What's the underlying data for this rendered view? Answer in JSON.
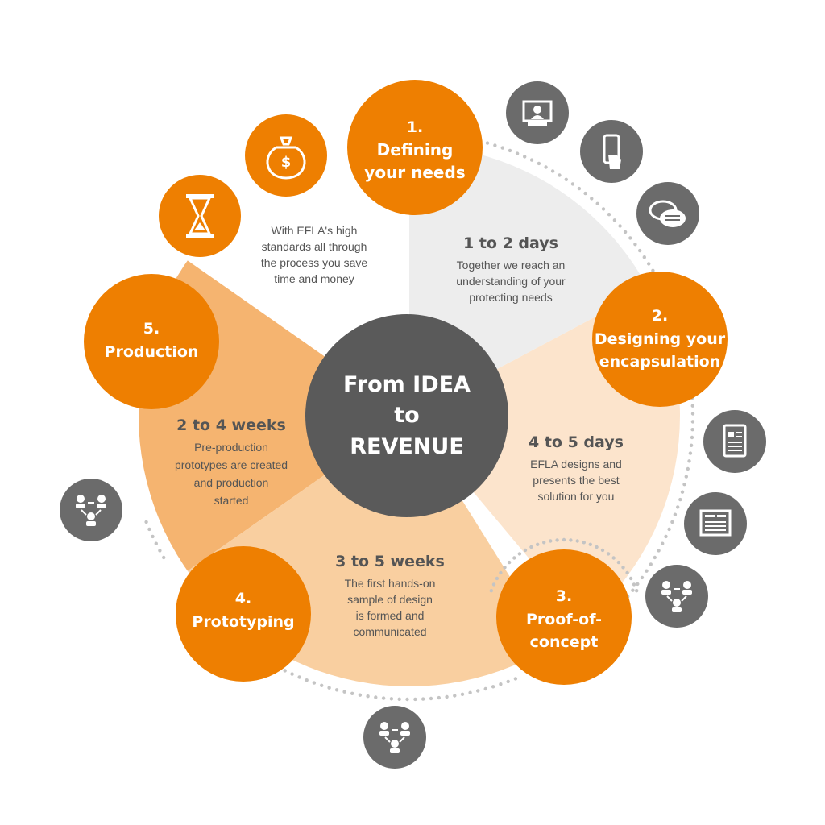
{
  "center": {
    "lines": [
      "From IDEA",
      "to",
      "REVENUE"
    ]
  },
  "steps": [
    {
      "number": "1.",
      "name": [
        "Defining",
        "your needs"
      ],
      "duration": "1 to 2 days",
      "description": [
        "Together we reach an",
        "understanding of your",
        "protecting needs"
      ]
    },
    {
      "number": "2.",
      "name": [
        "Designing your",
        "encapsulation"
      ],
      "duration": "4 to 5 days",
      "description": [
        "EFLA designs and",
        "presents the best",
        "solution for you"
      ]
    },
    {
      "number": "3.",
      "name": [
        "Proof-of-",
        "concept"
      ],
      "duration": "",
      "description": []
    },
    {
      "number": "4.",
      "name": [
        "Prototyping"
      ],
      "duration": "3 to 5 weeks",
      "description": [
        "The first hands-on",
        "sample of design",
        "is formed and",
        "communicated"
      ]
    },
    {
      "number": "5.",
      "name": [
        "Production"
      ],
      "duration": "2 to 4 weeks",
      "description": [
        "Pre-production",
        "prototypes are created",
        "and production",
        "started"
      ]
    }
  ],
  "savings_note": [
    "With EFLA's high",
    "standards all through",
    "the process you save",
    "time and money"
  ],
  "colors": {
    "orange": "#EE7F01",
    "dark_gray": "#5A5A5A",
    "icon_gray": "#6B6B6B",
    "seg1": "#EDEDED",
    "seg2": "#FCE4CC",
    "seg4": "#F9CFA0",
    "seg5": "#F5B470",
    "dots": "#C4C4C4"
  },
  "icons": {
    "orange": [
      "money-bag-icon",
      "hourglass-icon"
    ],
    "gray": [
      "video-call-icon",
      "smartphone-touch-icon",
      "chat-bubbles-icon",
      "document-tablet-icon",
      "deal-document-icon",
      "team-meeting-icon",
      "team-meeting-icon",
      "team-meeting-icon",
      "team-meeting-icon"
    ]
  }
}
